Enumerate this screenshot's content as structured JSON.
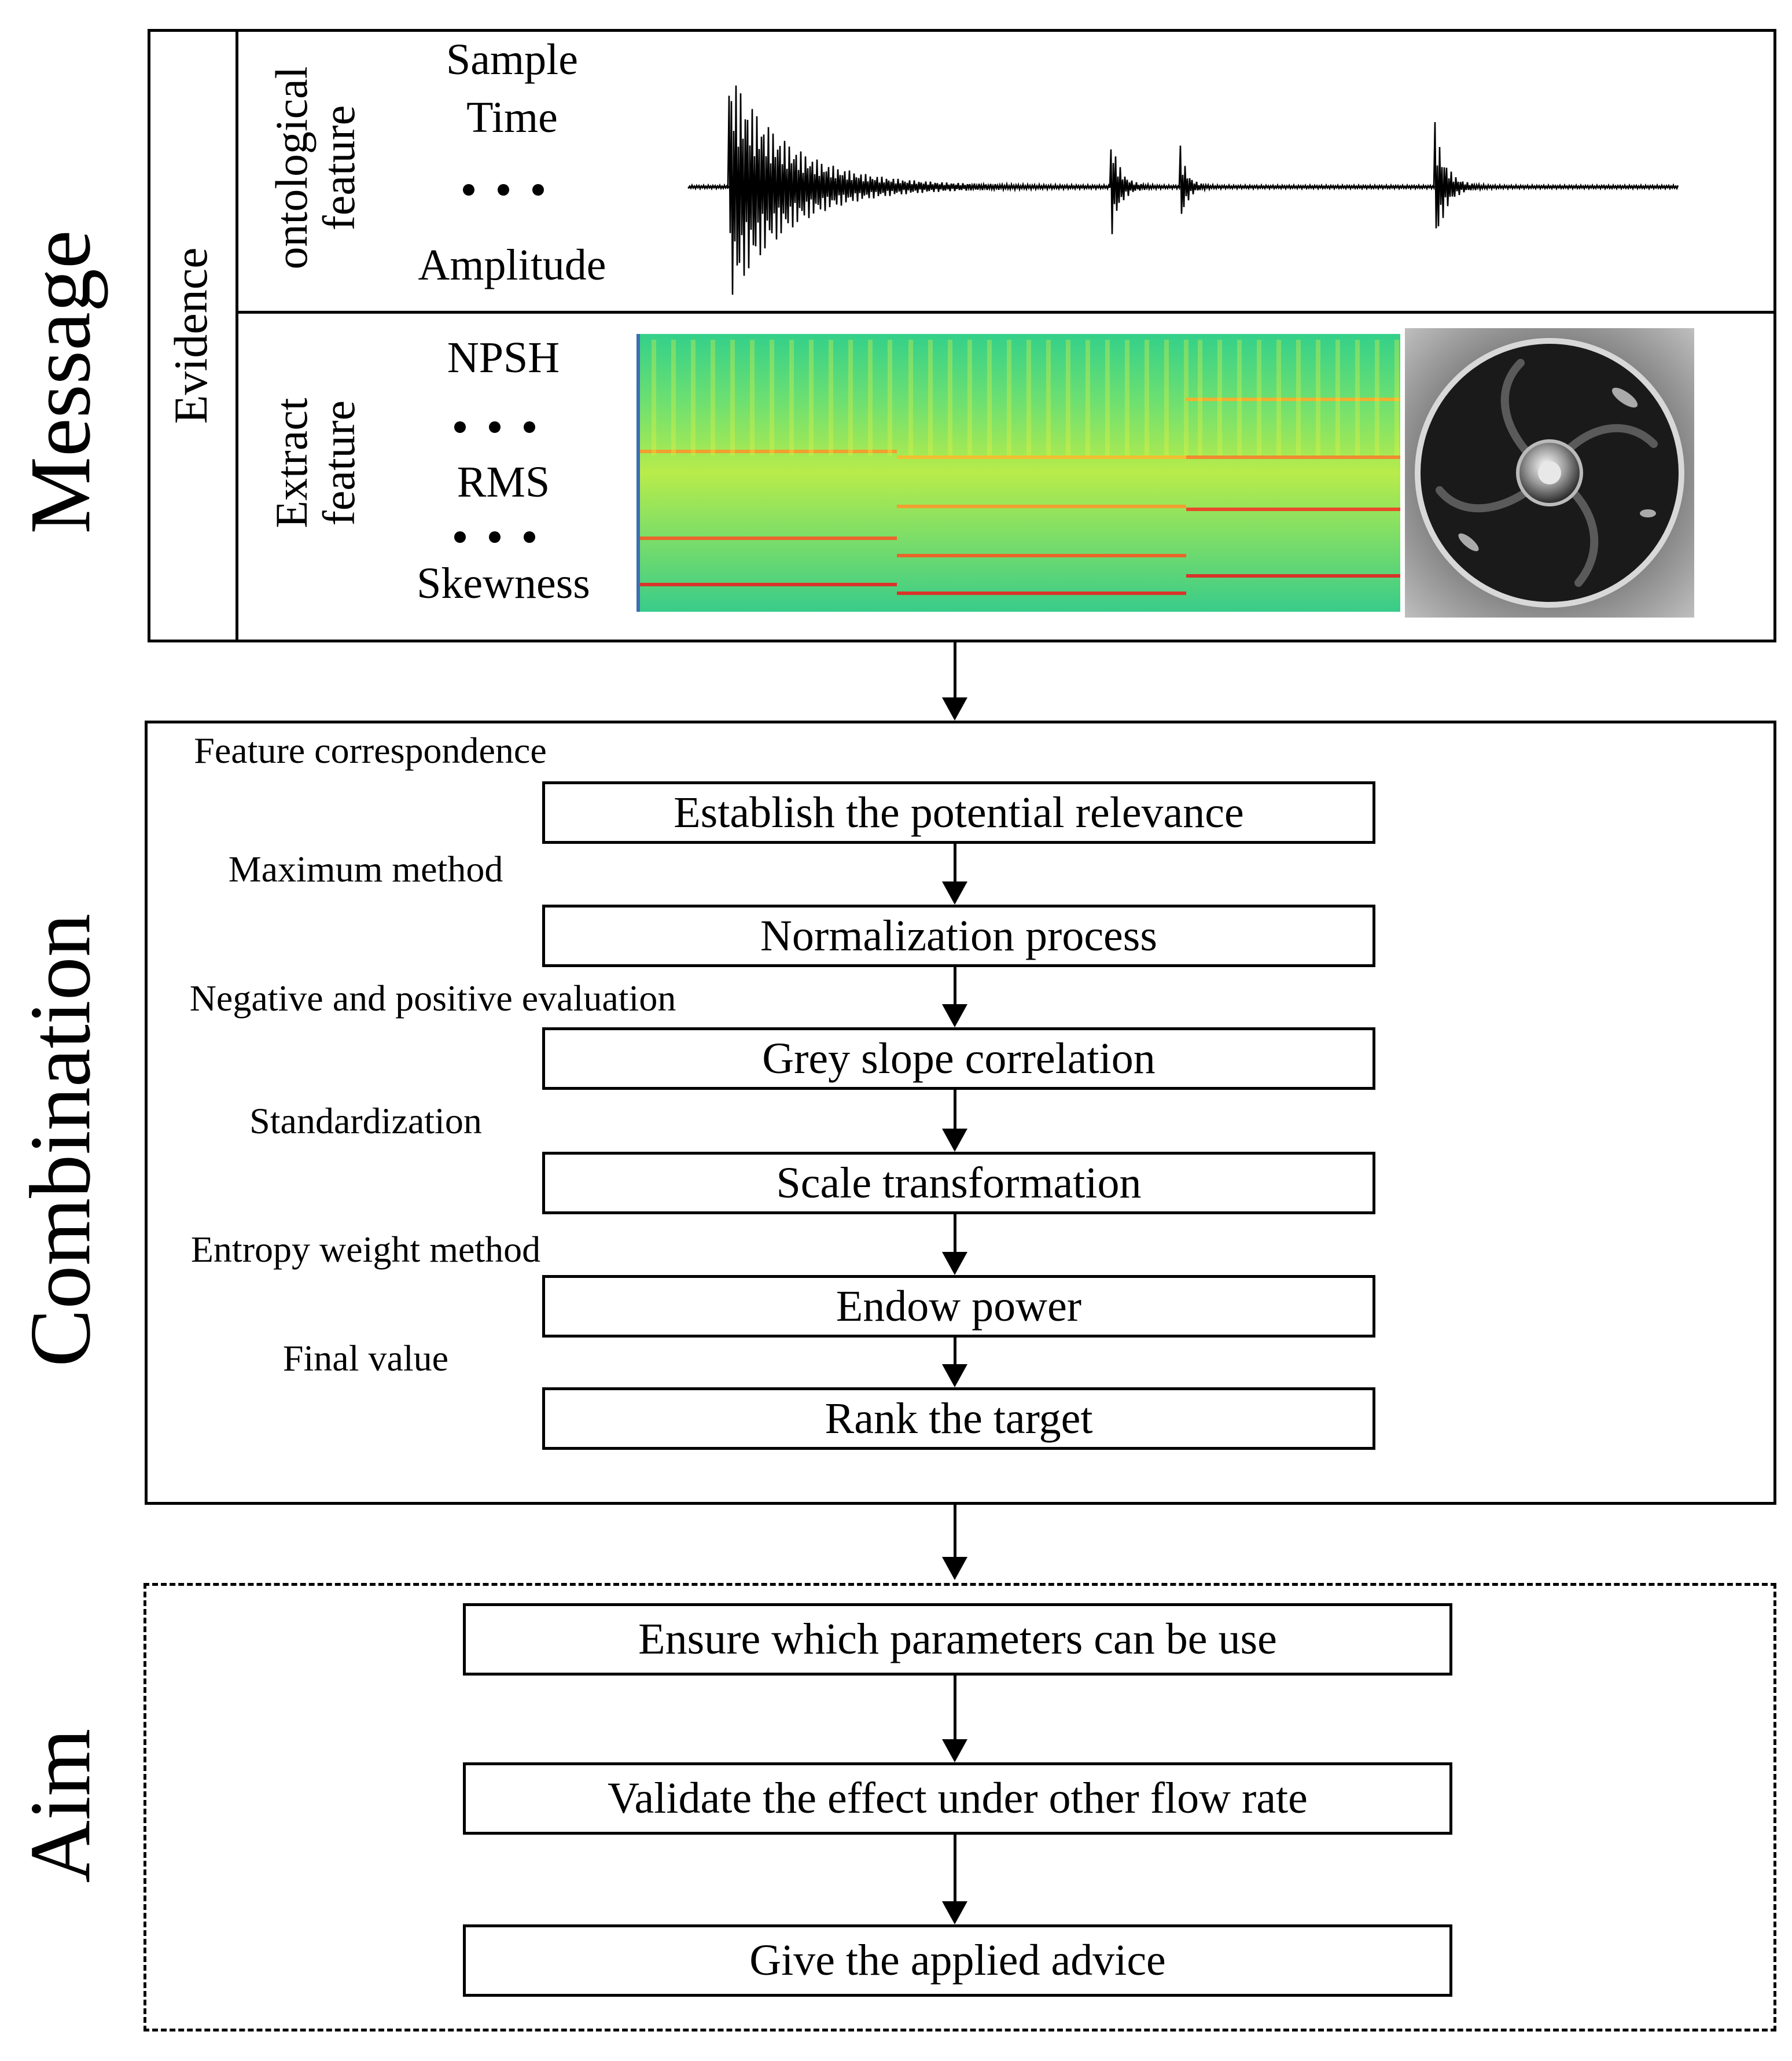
{
  "sections": {
    "message": "Message",
    "combination": "Combination",
    "aim": "Aim"
  },
  "message": {
    "evidence": "Evidence",
    "ontological": {
      "title_line1": "ontological",
      "title_line2": "feature",
      "items": [
        "Sample",
        "Time",
        "Amplitude"
      ]
    },
    "extract": {
      "title_line1": "Extract",
      "title_line2": "feature",
      "items": [
        "NPSH",
        "RMS",
        "Skewness"
      ]
    }
  },
  "combination": {
    "steps": [
      "Establish the potential relevance",
      "Normalization process",
      "Grey slope correlation",
      "Scale transformation",
      "Endow power",
      "Rank the target"
    ],
    "side_labels": [
      "Feature correspondence",
      "Maximum method",
      "Negative and positive evaluation",
      "Standardization",
      "Entropy weight method",
      "Final value"
    ]
  },
  "aim": {
    "steps": [
      "Ensure which parameters can be use",
      "Validate the effect under other flow rate",
      "Give the applied advice"
    ]
  }
}
